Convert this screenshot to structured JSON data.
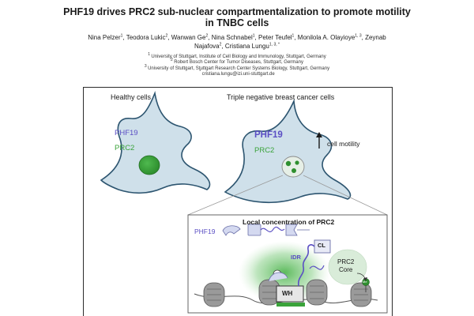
{
  "paper": {
    "title_line1": "PHF19 drives PRC2 sub-nuclear compartmentalization to promote motility",
    "title_line2": "in TNBC cells",
    "authors_line1": [
      {
        "name": "Nina Pelzer",
        "sup": "1"
      },
      {
        "name": "Teodora Lukic",
        "sup": "2"
      },
      {
        "name": "Wanwan Ge",
        "sup": "2"
      },
      {
        "name": "Nina Schnabel",
        "sup": "1"
      },
      {
        "name": "Peter Teufel",
        "sup": "1"
      },
      {
        "name": "Monilola A. Olayioye",
        "sup": "1, 3"
      },
      {
        "name": "Zeynab",
        "sup": ""
      }
    ],
    "authors_line2": [
      {
        "name": "Najafova",
        "sup": "2"
      },
      {
        "name": "Cristiana Lungu",
        "sup": "1, 3, *"
      }
    ],
    "affiliations": [
      {
        "sup": "1",
        "text": "University of Stuttgart, Institute of Cell Biology and Immunology, Stuttgart, Germany"
      },
      {
        "sup": "2",
        "text": "Robert Bosch Center for Tumor Diseases, Stuttgart, Germany"
      },
      {
        "sup": "3",
        "text": "University of Stuttgart, Stuttgart Research Center Systems Biology, Stuttgart, Germany"
      },
      {
        "sup": "*",
        "text": "cristiana.lungu@izi.uni-stuttgart.de"
      }
    ]
  },
  "figure": {
    "healthy_title": "Healthy cells",
    "tnbc_title": "Triple negative breast cancer cells",
    "phf19": "PHF19",
    "prc2": "PRC2",
    "cell_motility": "cell motility",
    "inset_title": "Local concentration of PRC2",
    "inset_phf19": "PHF19",
    "idr": "IDR",
    "cl": "CL",
    "prc2_core_line1": "PRC2",
    "prc2_core_line2": "Core",
    "wh": "WH",
    "me": "Me",
    "colors": {
      "phf19_purple": "#5b4fc4",
      "prc2_green": "#3aa33a",
      "cell_fill": "#cfe0ea",
      "cell_stroke": "#2d5570",
      "nucleosome": "#9a9a9a"
    }
  }
}
